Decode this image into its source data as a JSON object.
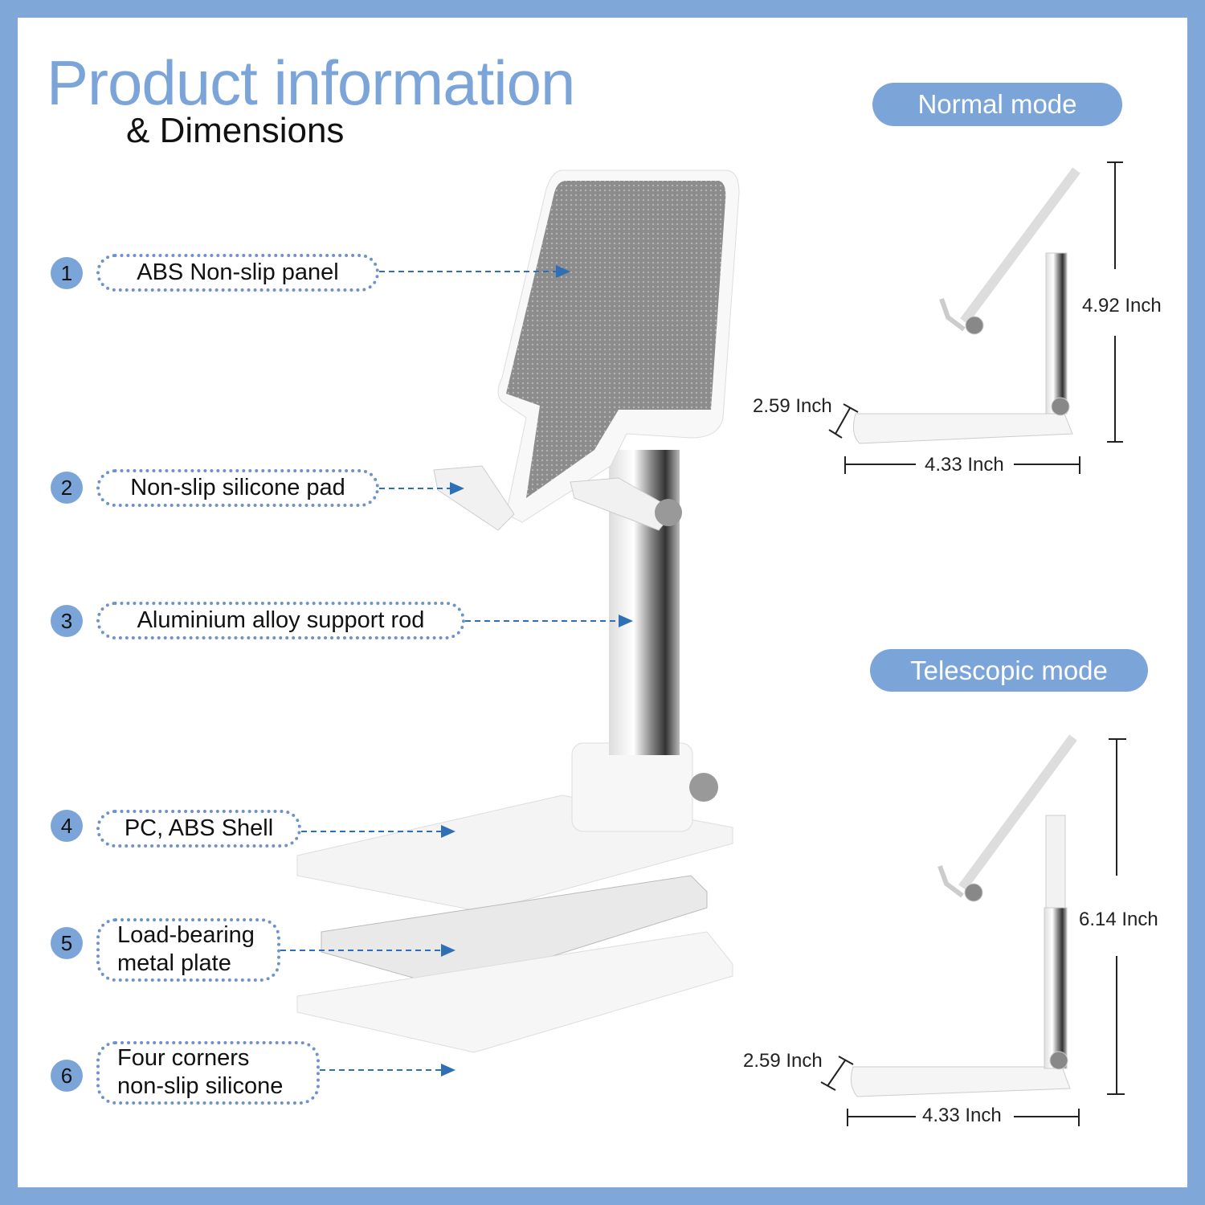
{
  "title": "Product information",
  "subtitle": "& Dimensions",
  "callouts": [
    {
      "n": "1",
      "label": "ABS Non-slip panel"
    },
    {
      "n": "2",
      "label": "Non-slip silicone pad"
    },
    {
      "n": "3",
      "label": "Aluminium alloy support rod"
    },
    {
      "n": "4",
      "label": "PC, ABS Shell"
    },
    {
      "n": "5",
      "line1": "Load-bearing",
      "line2": "metal plate"
    },
    {
      "n": "6",
      "line1": "Four corners",
      "line2": "non-slip silicone"
    }
  ],
  "normal": {
    "label": "Normal mode",
    "height": "4.92 Inch",
    "depth": "2.59 Inch",
    "width": "4.33 Inch"
  },
  "telescopic": {
    "label": "Telescopic mode",
    "height": "6.14 Inch",
    "depth": "2.59 Inch",
    "width": "4.33 Inch"
  },
  "colors": {
    "accent": "#7ba4d9",
    "border": "#7fa7d8",
    "arrow": "#2f6fb5"
  }
}
